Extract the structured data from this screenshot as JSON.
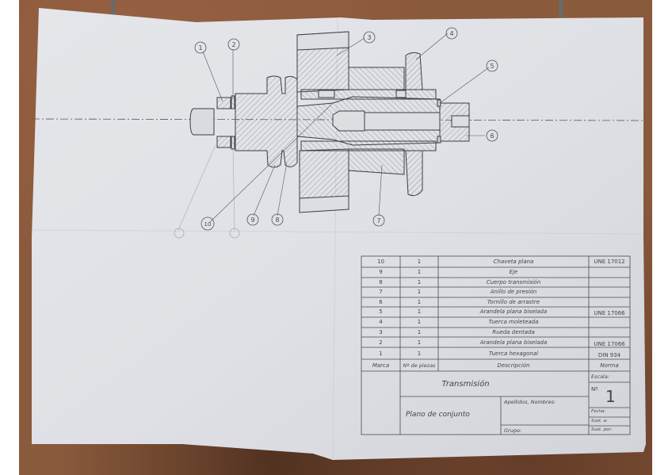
{
  "document": {
    "type": "technical-drawing-photo",
    "title_block": {
      "drawing_name": "Transmisión",
      "drawing_type": "Plano de conjunto",
      "scale_label": "Escala:",
      "number_label": "Nº",
      "number_value": "1",
      "surname_name_label": "Apellidos, Nombres:",
      "group_label": "Grupo:",
      "date_label": "Fecha:",
      "sup_a_label": "Sust. a:",
      "sup_por_label": "Sust. por:"
    },
    "parts_list": {
      "headers": {
        "mark": "Marca",
        "qty": "Nº de piezas",
        "desc": "Descripción",
        "norm": "Norma"
      },
      "rows": [
        {
          "mark": "10",
          "qty": "1",
          "desc": "Chaveta plana",
          "norm": "UNE 17012"
        },
        {
          "mark": "9",
          "qty": "1",
          "desc": "Eje",
          "norm": ""
        },
        {
          "mark": "8",
          "qty": "1",
          "desc": "Cuerpo transmisión",
          "norm": ""
        },
        {
          "mark": "7",
          "qty": "1",
          "desc": "Anillo de presión",
          "norm": ""
        },
        {
          "mark": "6",
          "qty": "1",
          "desc": "Tornillo de arrastre",
          "norm": ""
        },
        {
          "mark": "5",
          "qty": "1",
          "desc": "Arandela plana biselada",
          "norm": "UNE 17066"
        },
        {
          "mark": "4",
          "qty": "1",
          "desc": "Tuerca moleteada",
          "norm": ""
        },
        {
          "mark": "3",
          "qty": "1",
          "desc": "Rueda dentada",
          "norm": ""
        },
        {
          "mark": "2",
          "qty": "1",
          "desc": "Arandela plana biselada",
          "norm": "UNE 17066"
        },
        {
          "mark": "1",
          "qty": "1",
          "desc": "Tuerca hexagonal",
          "norm": "DIN 934"
        }
      ]
    },
    "balloons": {
      "b1": "1",
      "b2": "2",
      "b3": "3",
      "b4": "4",
      "b5": "5",
      "b6": "6",
      "b7": "7",
      "b8": "8",
      "b9": "9",
      "b10": "10"
    },
    "colors": {
      "paper": "#dcdee3",
      "pencil": "#3d3d45",
      "background_brick": "#8a5a3c",
      "image_padding": "#ffffff"
    }
  }
}
